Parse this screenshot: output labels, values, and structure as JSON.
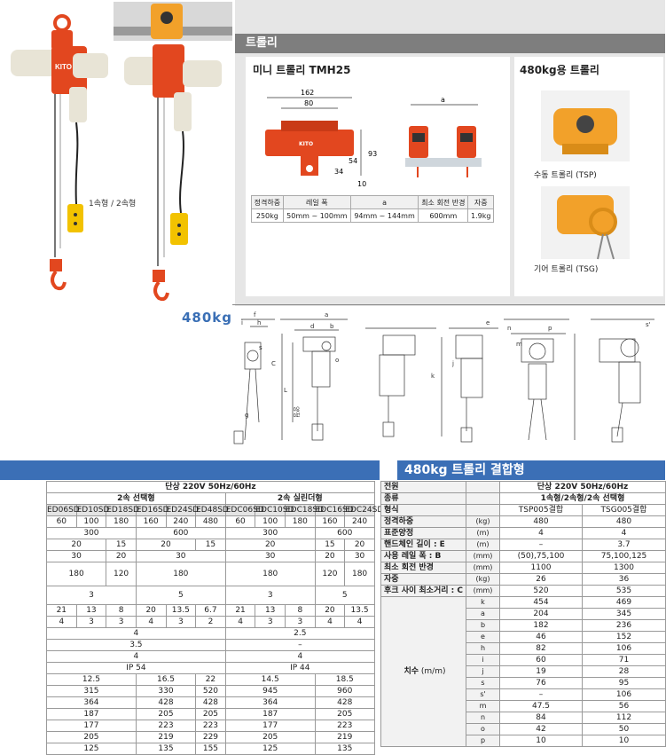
{
  "photo": {
    "label": "1속형 / 2속형",
    "brand": "KITO"
  },
  "trolley": {
    "section_title": "트롤리",
    "mini_title": "미니 트롤리 TMH25",
    "dims": [
      "162",
      "80",
      "a",
      "93",
      "54",
      "34",
      "10"
    ],
    "table": {
      "headers": [
        "정격하중",
        "레일 폭",
        "a",
        "최소 회전 반경",
        "자중"
      ],
      "row": [
        "250kg",
        "50mm ~ 100mm",
        "94mm ~ 144mm",
        "600mm",
        "1.9kg"
      ]
    },
    "side_title": "480kg용 트롤리",
    "captions": [
      "수동 트롤리 (TSP)",
      "기어 트롤리 (TSG)"
    ]
  },
  "drawing": {
    "heading": "480kg",
    "letters": [
      "f",
      "h",
      "i",
      "s",
      "a",
      "d",
      "b",
      "C",
      "L",
      "o",
      "k",
      "g",
      "e",
      "j",
      "n",
      "p",
      "m",
      "s'"
    ],
    "annotation": "양정"
  },
  "left_table": {
    "power": "단상 220V   50Hz/60Hz",
    "group_a": "2속 선택형",
    "group_b": "2속 실린더형",
    "models": [
      "ED06SD",
      "ED10SD",
      "ED18SD",
      "ED16SD",
      "ED24SD",
      "ED48SD",
      "EDC06SD",
      "EDC10SD",
      "EDC18SD",
      "EDC16SD",
      "EDC24SD"
    ],
    "rows": [
      [
        "60",
        "100",
        "180",
        "160",
        "240",
        "480",
        "60",
        "100",
        "180",
        "160",
        "240"
      ],
      [
        {
          "t": "300",
          "s": 3
        },
        {
          "t": "600",
          "s": 3
        },
        {
          "t": "300",
          "s": 3
        },
        {
          "t": "600",
          "s": 2
        }
      ],
      [
        {
          "t": "20",
          "s": 2
        },
        {
          "t": "15",
          "s": 1
        },
        {
          "t": "20",
          "s": 2
        },
        {
          "t": "15",
          "s": 1
        },
        {
          "t": "20",
          "s": 3
        },
        {
          "t": "15",
          "s": 1
        },
        {
          "t": "20",
          "s": 1
        }
      ],
      [
        {
          "t": "30",
          "s": 2
        },
        {
          "t": "20",
          "s": 1
        },
        {
          "t": "30",
          "s": 3
        },
        {
          "t": "30",
          "s": 3
        },
        {
          "t": "20",
          "s": 1
        },
        {
          "t": "30",
          "s": 1
        }
      ],
      [
        {
          "t": "180",
          "s": 2
        },
        {
          "t": "120",
          "s": 1
        },
        {
          "t": "180",
          "s": 3
        },
        {
          "t": "180",
          "s": 3
        },
        {
          "t": "120",
          "s": 1
        },
        {
          "t": "180",
          "s": 1
        }
      ],
      [
        {
          "t": "3",
          "s": 3
        },
        {
          "t": "5",
          "s": 3
        },
        {
          "t": "3",
          "s": 3
        },
        {
          "t": "5",
          "s": 2
        }
      ],
      [
        "21",
        "13",
        "8",
        "20",
        "13.5",
        "6.7",
        "21",
        "13",
        "8",
        "20",
        "13.5"
      ],
      [
        "4",
        "3",
        "3",
        "4",
        "3",
        "2",
        "4",
        "3",
        "3",
        "4",
        "4"
      ],
      [
        {
          "t": "4",
          "s": 6
        },
        {
          "t": "2.5",
          "s": 5
        }
      ],
      [
        {
          "t": "3.5",
          "s": 6
        },
        {
          "t": "–",
          "s": 5
        }
      ],
      [
        {
          "t": "4",
          "s": 6
        },
        {
          "t": "4",
          "s": 5
        }
      ],
      [
        {
          "t": "IP 54",
          "s": 6
        },
        {
          "t": "IP 44",
          "s": 5
        }
      ],
      [
        {
          "t": "12.5",
          "s": 3
        },
        {
          "t": "16.5",
          "s": 2
        },
        {
          "t": "22",
          "s": 1
        },
        {
          "t": "14.5",
          "s": 3
        },
        {
          "t": "18.5",
          "s": 2
        }
      ],
      [
        {
          "t": "315",
          "s": 3
        },
        {
          "t": "330",
          "s": 2
        },
        {
          "t": "520",
          "s": 1
        },
        {
          "t": "945",
          "s": 3
        },
        {
          "t": "960",
          "s": 2
        }
      ],
      [
        {
          "t": "364",
          "s": 3
        },
        {
          "t": "428",
          "s": 2
        },
        {
          "t": "428",
          "s": 1
        },
        {
          "t": "364",
          "s": 3
        },
        {
          "t": "428",
          "s": 2
        }
      ],
      [
        {
          "t": "187",
          "s": 3
        },
        {
          "t": "205",
          "s": 2
        },
        {
          "t": "205",
          "s": 1
        },
        {
          "t": "187",
          "s": 3
        },
        {
          "t": "205",
          "s": 2
        }
      ],
      [
        {
          "t": "177",
          "s": 3
        },
        {
          "t": "223",
          "s": 2
        },
        {
          "t": "223",
          "s": 1
        },
        {
          "t": "177",
          "s": 3
        },
        {
          "t": "223",
          "s": 2
        }
      ],
      [
        {
          "t": "205",
          "s": 3
        },
        {
          "t": "219",
          "s": 2
        },
        {
          "t": "229",
          "s": 1
        },
        {
          "t": "205",
          "s": 3
        },
        {
          "t": "219",
          "s": 2
        }
      ],
      [
        {
          "t": "125",
          "s": 3
        },
        {
          "t": "135",
          "s": 2
        },
        {
          "t": "155",
          "s": 1
        },
        {
          "t": "125",
          "s": 3
        },
        {
          "t": "135",
          "s": 2
        }
      ]
    ]
  },
  "right_table": {
    "title": "480kg 트롤리 결합형",
    "rows": [
      {
        "label": "전원",
        "unit": "",
        "v": "단상 220V  50Hz/60Hz",
        "span": true
      },
      {
        "label": "종류",
        "unit": "",
        "v": "1속형/2속형/2속 선택형",
        "span": true
      },
      {
        "label": "형식",
        "unit": "",
        "v1": "TSP005결합",
        "v2": "TSG005결합"
      },
      {
        "label": "정격하중",
        "unit": "(kg)",
        "v1": "480",
        "v2": "480"
      },
      {
        "label": "표준양정",
        "unit": "(m)",
        "v1": "4",
        "v2": "4"
      },
      {
        "label": "핸드체인 길이 : E",
        "unit": "(m)",
        "v1": "–",
        "v2": "3.7"
      },
      {
        "label": "사용 레일 폭 : B",
        "unit": "(mm)",
        "v1": "(50),75,100",
        "v2": "75,100,125"
      },
      {
        "label": "최소 회전 반경",
        "unit": "(mm)",
        "v1": "1100",
        "v2": "1300"
      },
      {
        "label": "자중",
        "unit": "(kg)",
        "v1": "26",
        "v2": "36"
      },
      {
        "label": "후크 사이 최소거리 : C",
        "unit": "(mm)",
        "v1": "520",
        "v2": "535"
      }
    ],
    "dim_label": "치수",
    "dim_unit": "(m/m)",
    "dims": [
      {
        "k": "k",
        "v1": "454",
        "v2": "469"
      },
      {
        "k": "a",
        "v1": "204",
        "v2": "345"
      },
      {
        "k": "b",
        "v1": "182",
        "v2": "236"
      },
      {
        "k": "e",
        "v1": "46",
        "v2": "152"
      },
      {
        "k": "h",
        "v1": "82",
        "v2": "106"
      },
      {
        "k": "i",
        "v1": "60",
        "v2": "71"
      },
      {
        "k": "j",
        "v1": "19",
        "v2": "28"
      },
      {
        "k": "s",
        "v1": "76",
        "v2": "95"
      },
      {
        "k": "s'",
        "v1": "–",
        "v2": "106"
      },
      {
        "k": "m",
        "v1": "47.5",
        "v2": "56"
      },
      {
        "k": "n",
        "v1": "84",
        "v2": "112"
      },
      {
        "k": "o",
        "v1": "42",
        "v2": "50"
      },
      {
        "k": "p",
        "v1": "10",
        "v2": "10"
      }
    ]
  },
  "colors": {
    "accent_blue": "#3b6fb6",
    "hoist_orange": "#e2471f",
    "trolley_yellow": "#f2a12a",
    "panel_gray": "#e6e6e6"
  }
}
